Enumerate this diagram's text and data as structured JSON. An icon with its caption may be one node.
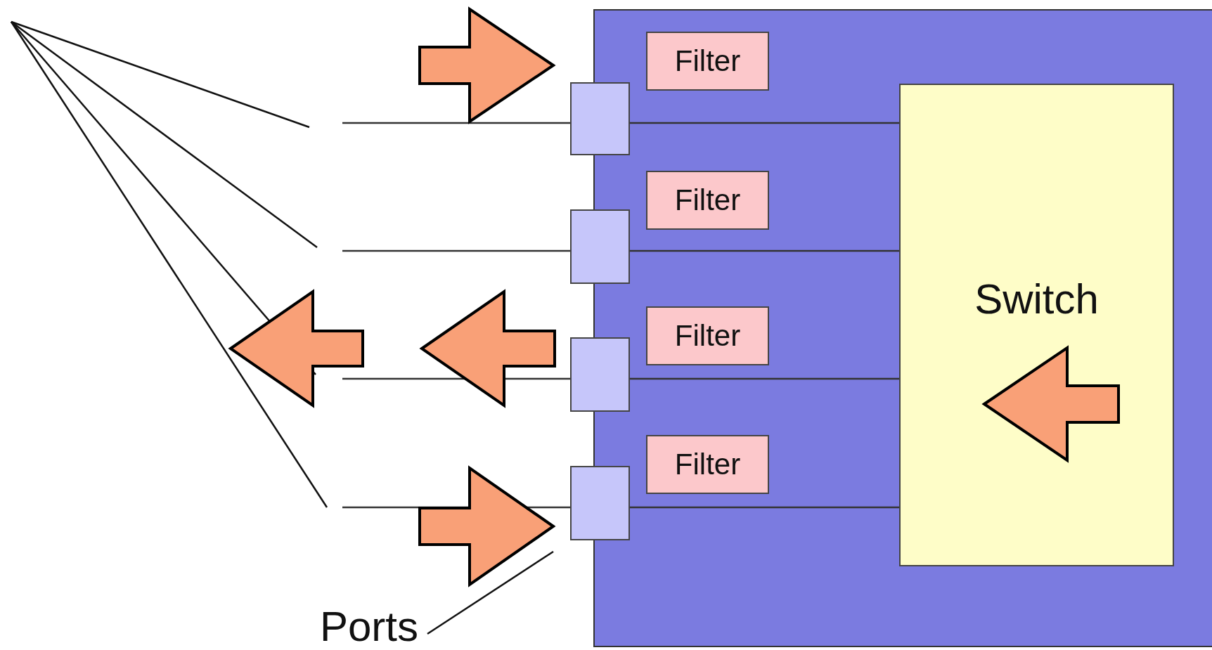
{
  "diagram": {
    "nodes": [
      {
        "text": [],
        "shape": "box"
      },
      {
        "text": [
          "Filter"
        ],
        "in": 0
      },
      {
        "text": [
          "Filter"
        ],
        "in": 0
      },
      {
        "text": [
          "Filter"
        ],
        "in": 0
      },
      {
        "text": [
          "Filter"
        ],
        "in": 0
      },
      {
        "text": [],
        "shape": "box"
      },
      {
        "text": [],
        "shape": "box"
      },
      {
        "text": [],
        "shape": "box"
      },
      {
        "text": [],
        "shape": "box"
      },
      {
        "text": [
          "Switch"
        ],
        "in": 0
      },
      {
        "text": [
          "Ports"
        ]
      }
    ],
    "edges": [
      {
        "from": null,
        "to": 5,
        "arrow": "none"
      },
      {
        "from": 5,
        "to": 9,
        "arrow": "none"
      },
      {
        "from": null,
        "to": 6,
        "arrow": "none"
      },
      {
        "from": 6,
        "to": 9,
        "arrow": "none"
      },
      {
        "from": null,
        "to": 7,
        "arrow": "none"
      },
      {
        "from": 7,
        "to": 9,
        "arrow": "none"
      },
      {
        "from": null,
        "to": 8,
        "arrow": "none"
      },
      {
        "from": 8,
        "to": 9,
        "arrow": "none"
      },
      {
        "from": 10,
        "to": 8,
        "arrow": "none"
      }
    ]
  }
}
